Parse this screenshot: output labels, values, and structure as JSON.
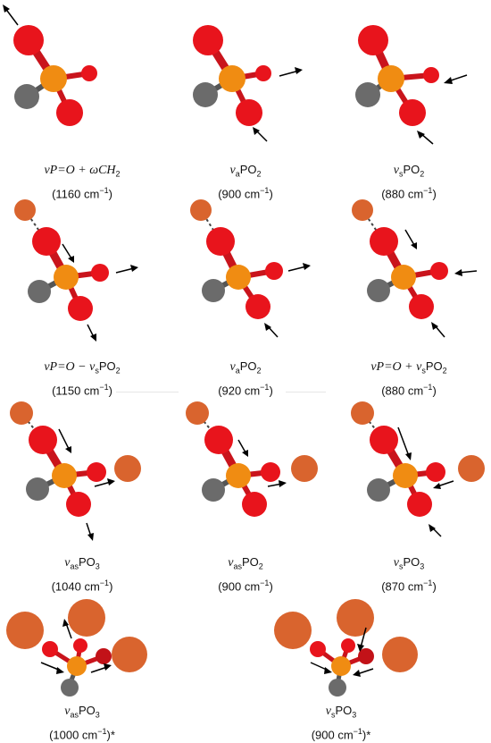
{
  "colors": {
    "oxygen": "#e8141c",
    "phosphorus": "#f08c12",
    "carbon": "#6b6b6b",
    "metal": "#d9642e",
    "arrow": "#000000"
  },
  "panels": [
    {
      "name_parts": [
        "νP=O + ωCH",
        "2"
      ],
      "freq": "(1160 cm",
      "freq_sup": "−1",
      "freq_tail": ")"
    },
    {
      "name_parts": [
        "ν",
        "a",
        "PO",
        "2"
      ],
      "freq": "(900 cm",
      "freq_sup": "−1",
      "freq_tail": ")"
    },
    {
      "name_parts": [
        "ν",
        "s",
        "PO",
        "2"
      ],
      "freq": "(880 cm",
      "freq_sup": "−1",
      "freq_tail": ")"
    },
    {
      "name_parts": [
        "νP=O − ",
        "ν",
        "s",
        "PO",
        "2"
      ],
      "freq": "(1150 cm",
      "freq_sup": "−1",
      "freq_tail": ")"
    },
    {
      "name_parts": [
        "ν",
        "a",
        "PO",
        "2"
      ],
      "freq": "(920 cm",
      "freq_sup": "−1",
      "freq_tail": ")"
    },
    {
      "name_parts": [
        "νP=O + ",
        "ν",
        "s",
        "PO",
        "2"
      ],
      "freq": "(880 cm",
      "freq_sup": "−1",
      "freq_tail": ")"
    },
    {
      "name_parts": [
        "ν",
        "as",
        "PO",
        "3"
      ],
      "freq": "(1040 cm",
      "freq_sup": "−1",
      "freq_tail": ")"
    },
    {
      "name_parts": [
        "ν",
        "as",
        "PO",
        "2"
      ],
      "freq": "(900 cm",
      "freq_sup": "−1",
      "freq_tail": ")"
    },
    {
      "name_parts": [
        "ν",
        "s",
        "PO",
        "3"
      ],
      "freq": "(870 cm",
      "freq_sup": "−1",
      "freq_tail": ")"
    },
    {
      "name_parts": [
        "ν",
        "as",
        "PO",
        "3"
      ],
      "freq": "(1000 cm",
      "freq_sup": "−1",
      "freq_tail": ")*"
    },
    {
      "name_parts": [
        "ν",
        "s",
        "PO",
        "3"
      ],
      "freq": "(900 cm",
      "freq_sup": "−1",
      "freq_tail": ")*"
    }
  ]
}
